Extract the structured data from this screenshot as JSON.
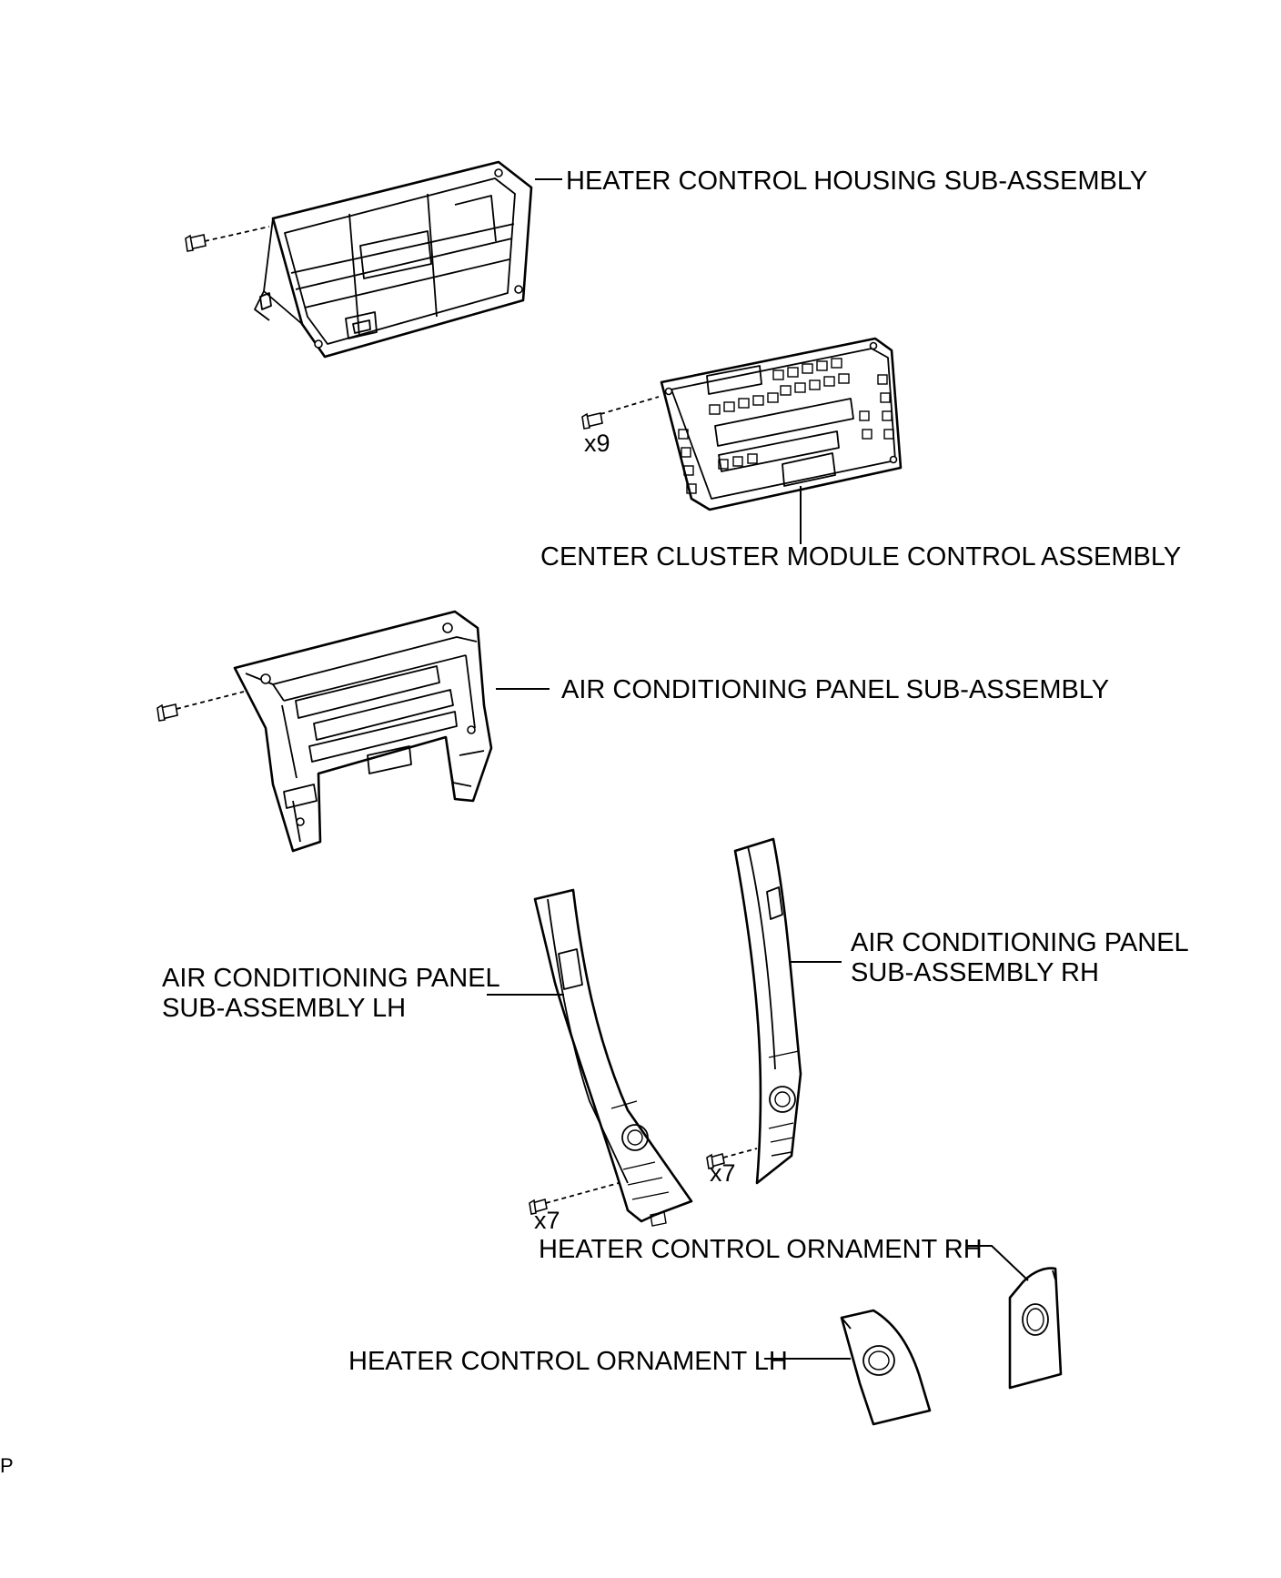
{
  "labels": {
    "heater_control_housing": "HEATER CONTROL HOUSING SUB-ASSEMBLY",
    "center_cluster_module": "CENTER CLUSTER MODULE CONTROL ASSEMBLY",
    "air_conditioning_panel": "AIR CONDITIONING PANEL SUB-ASSEMBLY",
    "ac_panel_rh_line1": "AIR CONDITIONING PANEL",
    "ac_panel_rh_line2": "SUB-ASSEMBLY RH",
    "ac_panel_lh_line1": "AIR CONDITIONING PANEL",
    "ac_panel_lh_line2": "SUB-ASSEMBLY LH",
    "heater_ornament_rh": "HEATER CONTROL ORNAMENT RH",
    "heater_ornament_lh": "HEATER CONTROL ORNAMENT LH"
  },
  "quantities": {
    "center_cluster_screws": "x9",
    "ac_panel_rh_screws": "x7",
    "ac_panel_lh_screws": "x7"
  },
  "corner_code": "P"
}
